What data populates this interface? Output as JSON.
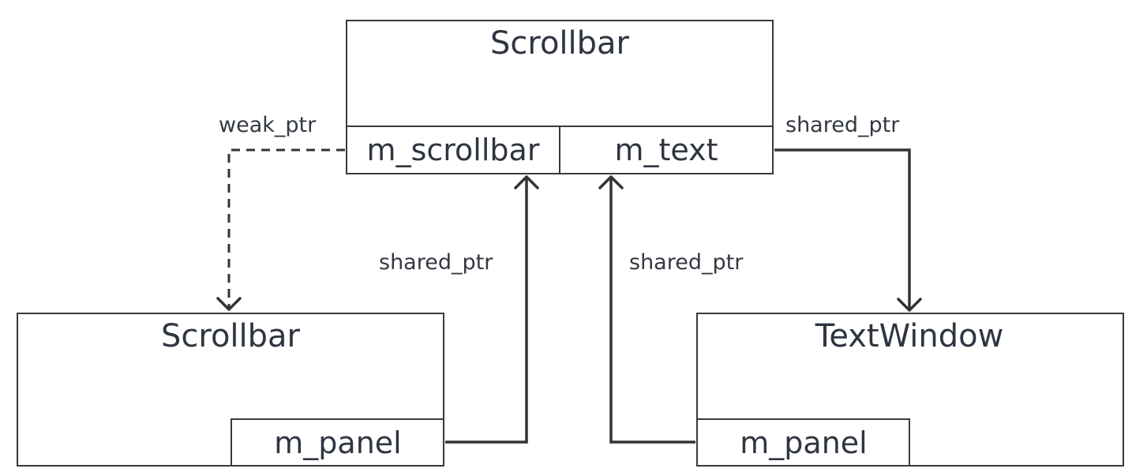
{
  "top_class": {
    "title": "Scrollbar",
    "fields": [
      "m_scrollbar",
      "m_text"
    ]
  },
  "left_class": {
    "title": "Scrollbar",
    "field": "m_panel"
  },
  "right_class": {
    "title": "TextWindow",
    "field": "m_panel"
  },
  "edges": {
    "scrollbar_to_left": "weak_ptr",
    "text_to_right": "shared_ptr",
    "left_panel_to_scrollbar": "shared_ptr",
    "right_panel_to_text": "shared_ptr"
  }
}
